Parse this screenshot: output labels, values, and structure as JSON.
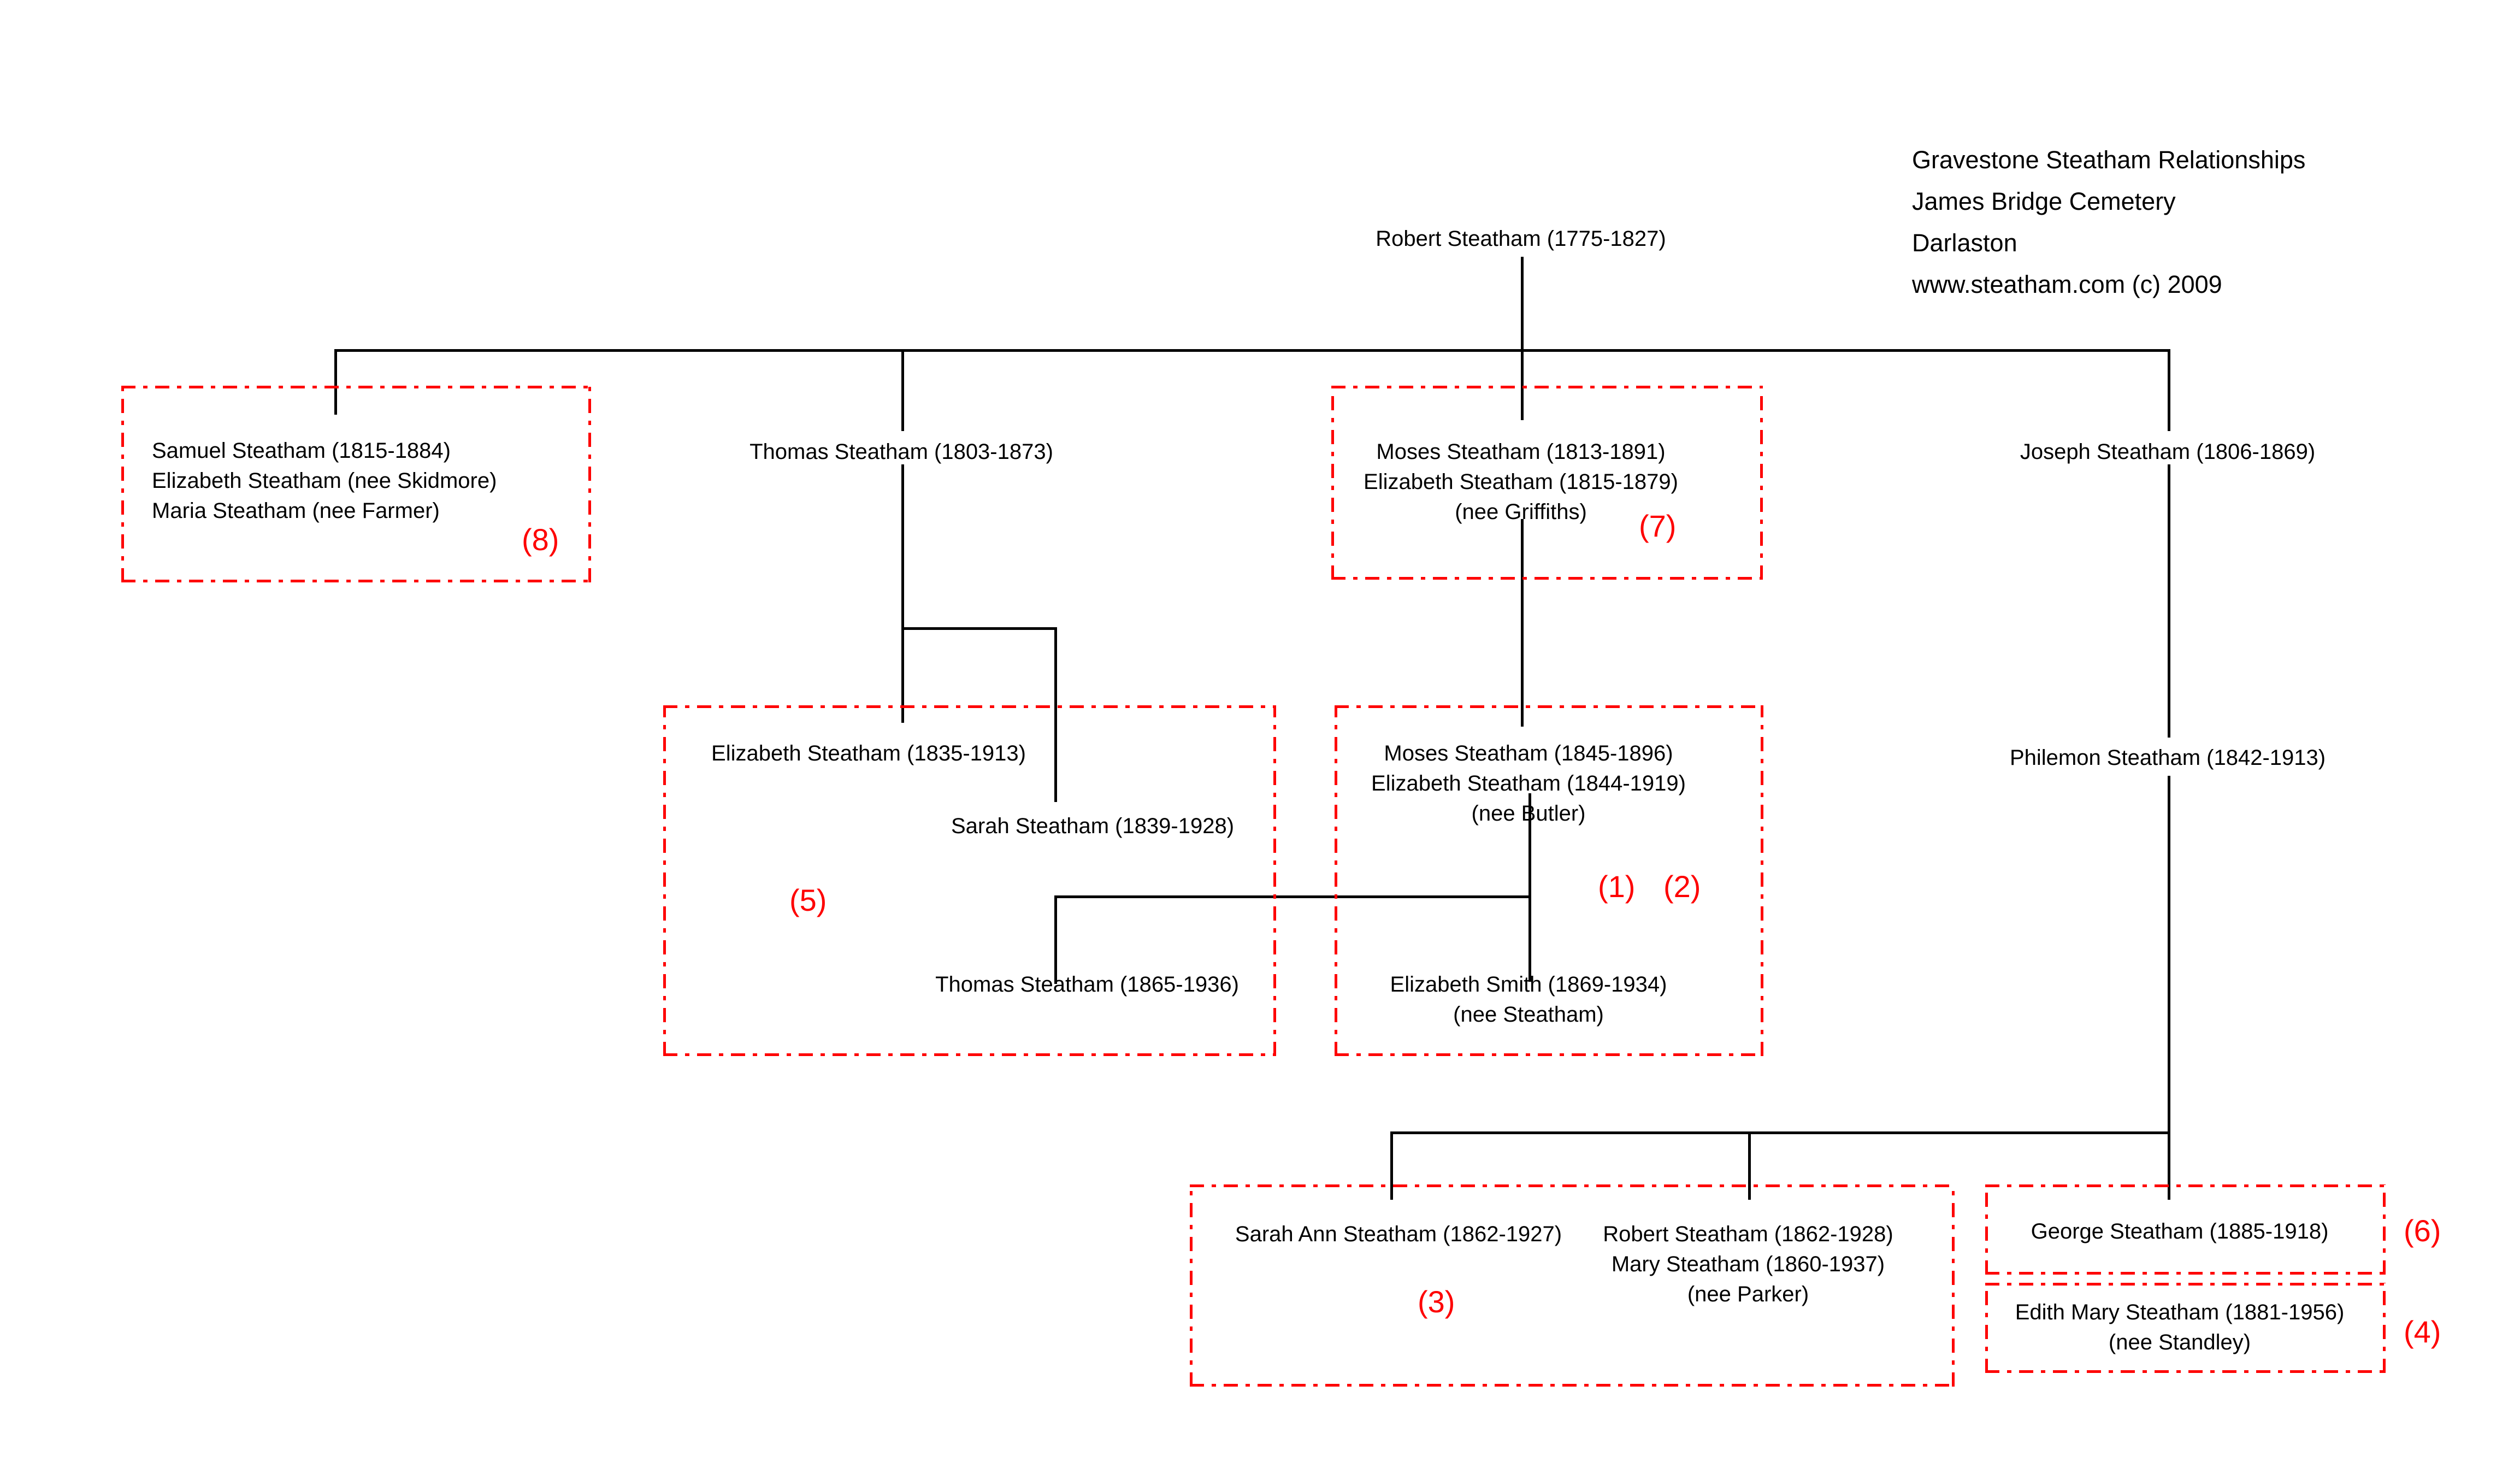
{
  "title": {
    "line1": "Gravestone Steatham Relationships",
    "line2": "James Bridge Cemetery",
    "line3": "Darlaston",
    "line4": "www.steatham.com (c) 2009"
  },
  "colors": {
    "line": "#000000",
    "box_border": "#fe0000",
    "ref_number": "#fe0000",
    "text": "#000000",
    "background": "#ffffff"
  },
  "nodes": {
    "robert_1775": "Robert Steatham (1775-1827)",
    "thomas_1803": "Thomas Steatham (1803-1873)",
    "joseph_1806": "Joseph Steatham (1806-1869)",
    "philemon_1842": "Philemon Steatham (1842-1913)",
    "samuel_1815": "Samuel Steatham (1815-1884)",
    "elizabeth_skidmore": "Elizabeth Steatham (nee Skidmore)",
    "maria_farmer": "Maria Steatham (nee Farmer)",
    "moses_1813": "Moses Steatham (1813-1891)",
    "elizabeth_1815": "Elizabeth Steatham (1815-1879)",
    "nee_griffiths": "(nee Griffiths)",
    "elizabeth_1835": "Elizabeth Steatham (1835-1913)",
    "sarah_1839": "Sarah Steatham (1839-1928)",
    "thomas_1865": "Thomas Steatham (1865-1936)",
    "moses_1845": "Moses Steatham (1845-1896)",
    "elizabeth_1844": "Elizabeth Steatham (1844-1919)",
    "nee_butler": "(nee Butler)",
    "elizabeth_smith_1869": "Elizabeth Smith (1869-1934)",
    "nee_steatham": "(nee Steatham)",
    "sarah_ann_1862": "Sarah Ann Steatham (1862-1927)",
    "robert_1862": "Robert Steatham (1862-1928)",
    "mary_1860": "Mary Steatham  (1860-1937)",
    "nee_parker": "(nee Parker)",
    "george_1885": "George Steatham (1885-1918)",
    "edith_mary_1881": "Edith Mary Steatham (1881-1956)",
    "nee_standley": "(nee Standley)"
  },
  "refs": {
    "r1": "(1)",
    "r2": "(2)",
    "r3": "(3)",
    "r4": "(4)",
    "r5": "(5)",
    "r6": "(6)",
    "r7": "(7)",
    "r8": "(8)"
  },
  "chart_data": {
    "type": "diagram",
    "diagram_kind": "family-tree",
    "generations": [
      {
        "level": 1,
        "people": [
          "Robert Steatham (1775-1827)"
        ]
      },
      {
        "level": 2,
        "people": [
          "Samuel Steatham (1815-1884)",
          "Thomas Steatham (1803-1873)",
          "Moses Steatham (1813-1891)",
          "Joseph Steatham (1806-1869)"
        ]
      },
      {
        "level": 3,
        "people": [
          "Elizabeth Steatham (1835-1913)",
          "Sarah Steatham (1839-1928)",
          "Moses Steatham (1845-1896)",
          "Philemon Steatham (1842-1913)"
        ]
      },
      {
        "level": 4,
        "people": [
          "Thomas Steatham (1865-1936)",
          "Elizabeth Smith (1869-1934)",
          "Sarah Ann Steatham (1862-1927)",
          "Robert Steatham (1862-1928)",
          "George Steatham (1885-1918)"
        ]
      }
    ],
    "gravestone_groups": [
      {
        "ref": "(8)",
        "members": [
          "Samuel Steatham (1815-1884)",
          "Elizabeth Steatham (nee Skidmore)",
          "Maria Steatham (nee Farmer)"
        ]
      },
      {
        "ref": "(7)",
        "members": [
          "Moses Steatham (1813-1891)",
          "Elizabeth Steatham (1815-1879) (nee Griffiths)"
        ]
      },
      {
        "ref": "(5)",
        "members": [
          "Elizabeth Steatham (1835-1913)",
          "Sarah Steatham (1839-1928)",
          "Thomas Steatham (1865-1936)"
        ]
      },
      {
        "ref": "(1) (2)",
        "members": [
          "Moses Steatham (1845-1896)",
          "Elizabeth Steatham (1844-1919) (nee Butler)",
          "Elizabeth Smith (1869-1934) (nee Steatham)"
        ]
      },
      {
        "ref": "(3)",
        "members": [
          "Sarah Ann Steatham (1862-1927)",
          "Robert Steatham (1862-1928)",
          "Mary Steatham (1860-1937) (nee Parker)"
        ]
      },
      {
        "ref": "(6)",
        "members": [
          "George Steatham (1885-1918)"
        ]
      },
      {
        "ref": "(4)",
        "members": [
          "Edith Mary Steatham (1881-1956) (nee Standley)"
        ]
      }
    ]
  }
}
